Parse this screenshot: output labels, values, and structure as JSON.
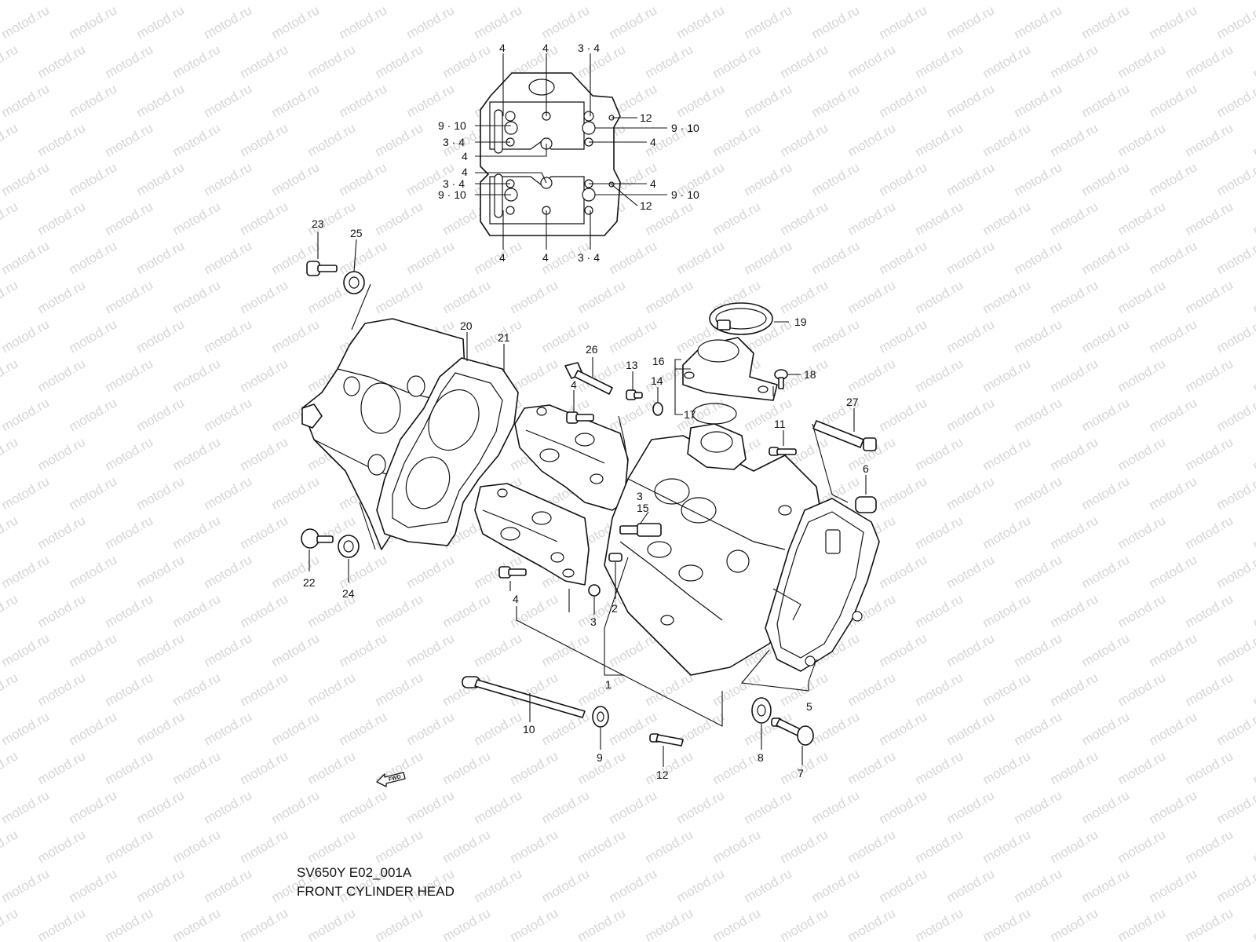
{
  "watermark": "motod.ru",
  "caption": {
    "code": "SV650Y E02_001A",
    "title": "FRONT CYLINDER HEAD"
  },
  "fwd_label": "FWD",
  "inset_labels": {
    "top_4a": "4",
    "top_4b": "4",
    "top_34": "3 · 4",
    "l_910a": "9 · 10",
    "l_34a": "3 · 4",
    "l_4a": "4",
    "l_4b": "4",
    "l_34b": "3 · 4",
    "l_910b": "9 · 10",
    "r_12a": "12",
    "r_910a": "9 · 10",
    "r_4a": "4",
    "r_4b": "4",
    "r_910b": "9 · 10",
    "r_12b": "12",
    "bot_4a": "4",
    "bot_4b": "4",
    "bot_34": "3 · 4"
  },
  "parts": {
    "p1": "1",
    "p2": "2",
    "p3a": "3",
    "p3b": "3",
    "p4a": "4",
    "p4b": "4",
    "p5": "5",
    "p6": "6",
    "p7": "7",
    "p8": "8",
    "p9": "9",
    "p10": "10",
    "p11": "11",
    "p12": "12",
    "p13": "13",
    "p14": "14",
    "p15": "15",
    "p16": "16",
    "p17": "17",
    "p18": "18",
    "p19": "19",
    "p20": "20",
    "p21": "21",
    "p22": "22",
    "p23": "23",
    "p24": "24",
    "p25": "25",
    "p26": "26",
    "p27": "27"
  }
}
